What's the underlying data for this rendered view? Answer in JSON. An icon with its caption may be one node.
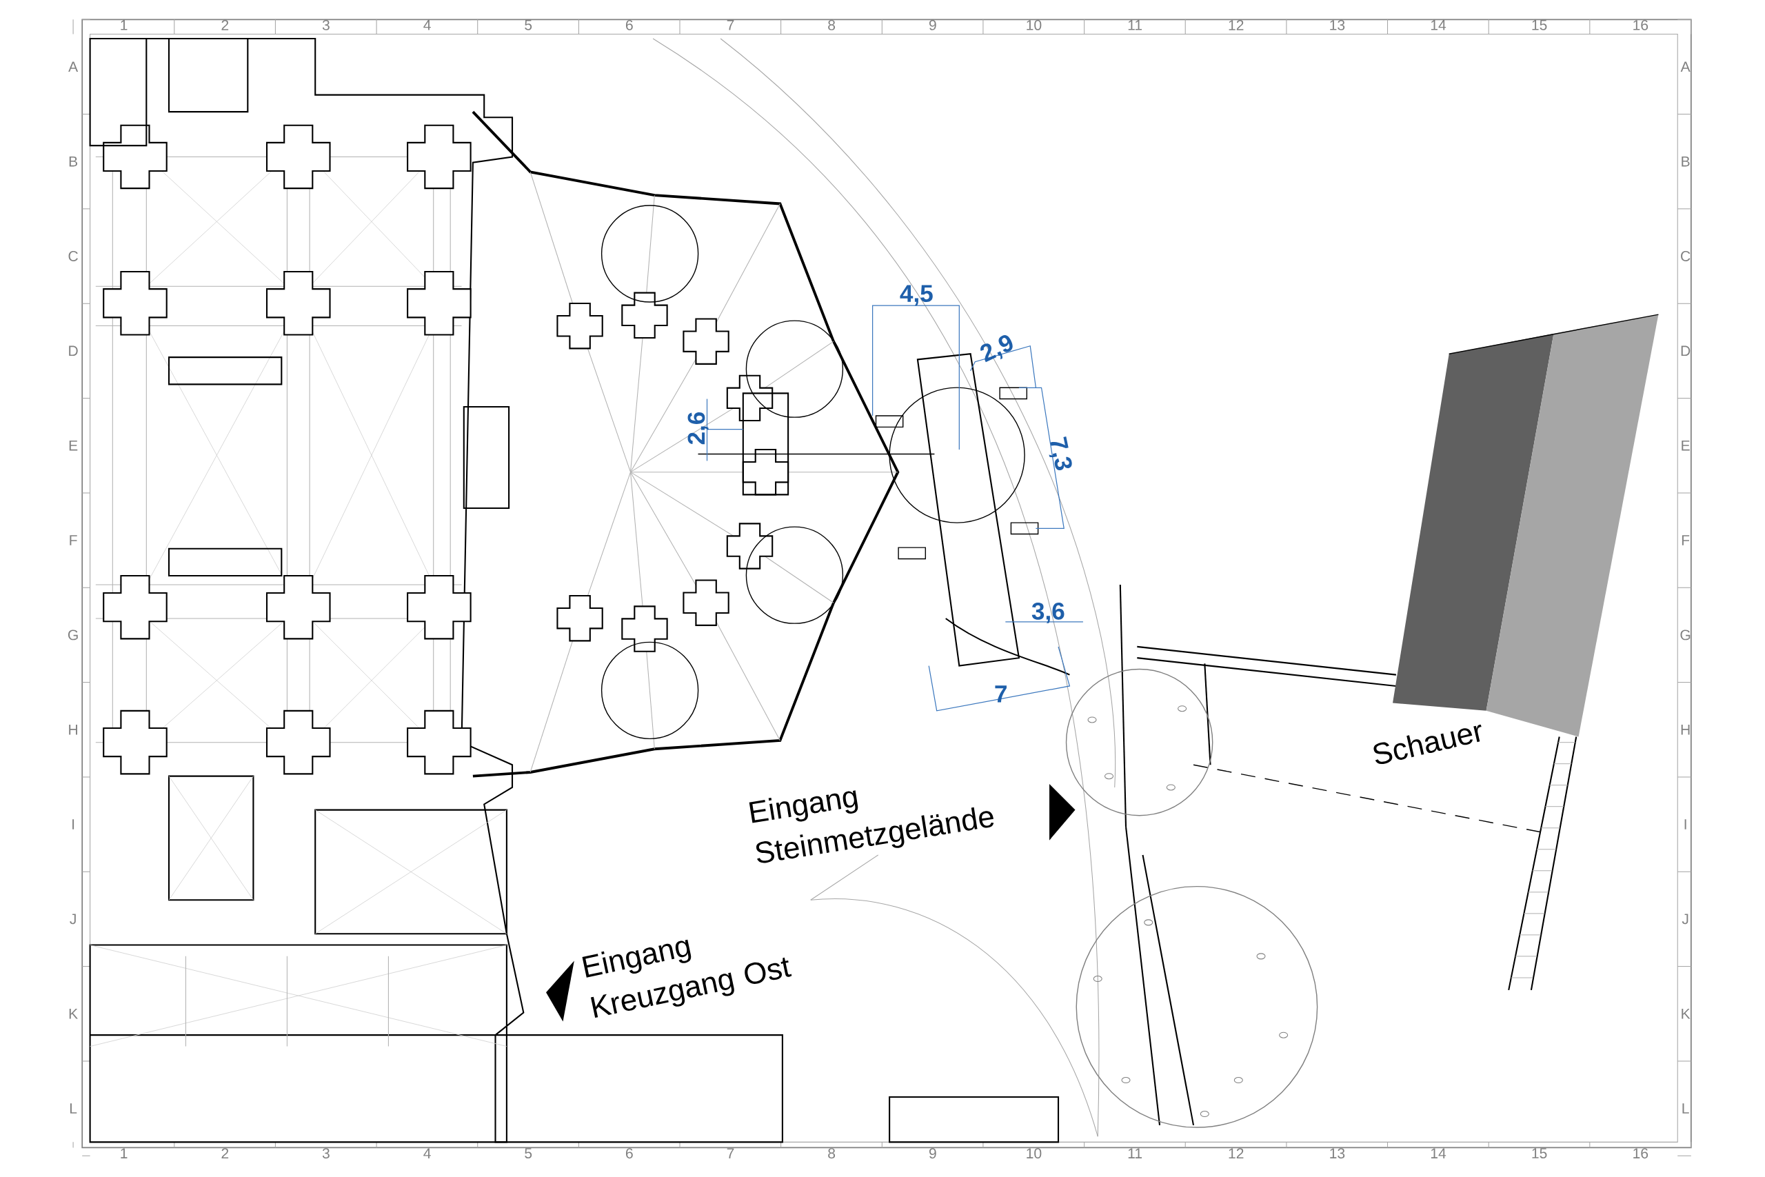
{
  "diagram": {
    "labels": [
      "1",
      "2",
      "3",
      "4",
      "5",
      "6",
      "7",
      "8",
      "9",
      "10",
      "11",
      "12",
      "13",
      "14",
      "15",
      "16",
      "A",
      "B",
      "C",
      "D",
      "E",
      "F",
      "G",
      "H",
      "I",
      "J",
      "K",
      "L",
      "A",
      "B",
      "C",
      "D",
      "E",
      "F",
      "G",
      "H",
      "I",
      "J",
      "K",
      "L",
      "1",
      "2",
      "3",
      "4",
      "5",
      "6",
      "7",
      "8",
      "9",
      "10",
      "11",
      "12",
      "13",
      "14",
      "15",
      "16",
      "4,5",
      "2,9",
      "2,6",
      "7,3",
      "3,6",
      "7",
      "Eingang Steinmetzgelände",
      "Eingang Kreuzgang Ost",
      "Schauer"
    ]
  }
}
